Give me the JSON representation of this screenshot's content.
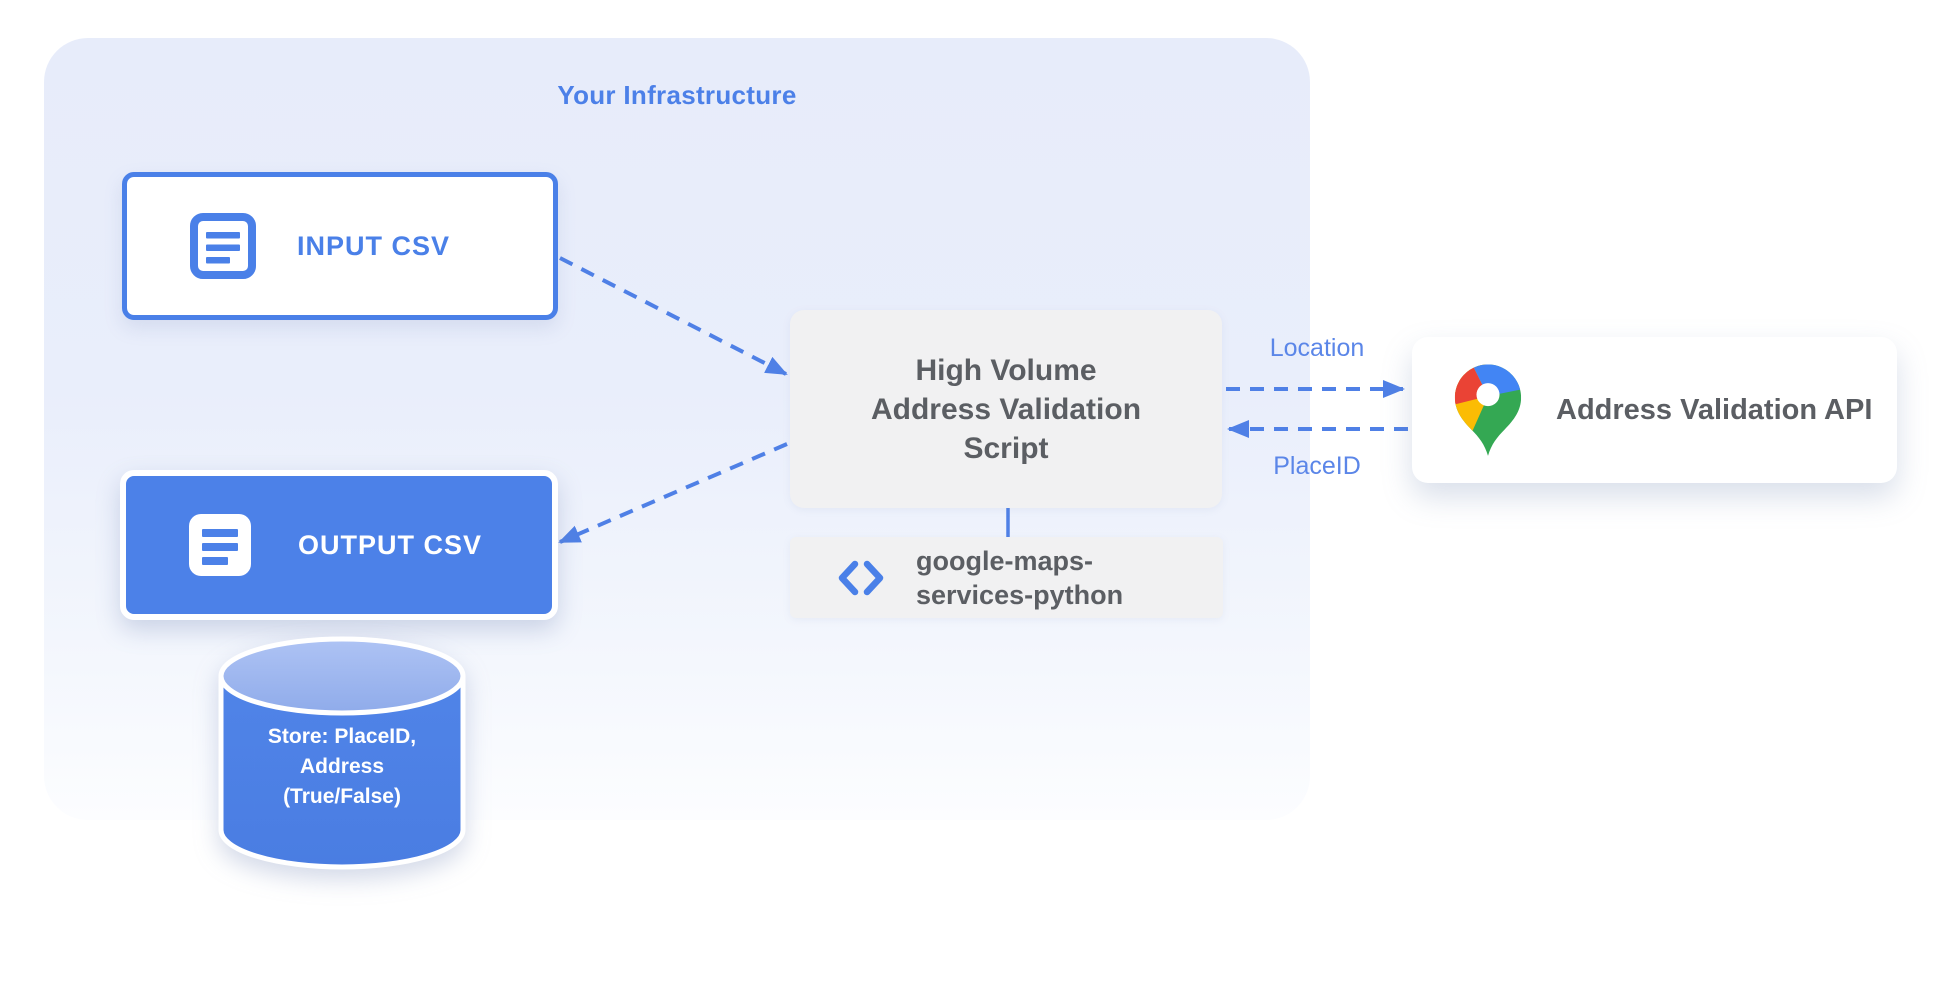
{
  "infrastructure": {
    "title": "Your Infrastructure"
  },
  "nodes": {
    "input_csv": {
      "label": "INPUT CSV",
      "icon": "document-icon"
    },
    "output_csv": {
      "label": "OUTPUT CSV",
      "icon": "document-icon"
    },
    "datastore": {
      "line1": "Store: PlaceID,",
      "line2": "Address",
      "line3": "(True/False)",
      "icon": "database-cylinder"
    },
    "script": {
      "line1": "High Volume",
      "line2": "Address Validation",
      "line3": "Script"
    },
    "library": {
      "line1": "google-maps-",
      "line2": "services-python",
      "icon": "code-icon"
    },
    "api": {
      "label": "Address Validation API",
      "icon": "google-maps-pin-icon"
    }
  },
  "edge_labels": {
    "location": "Location",
    "placeid": "PlaceID"
  },
  "colors": {
    "primary_blue": "#4a80e8",
    "edge_blue": "#4f80e6",
    "label_blue": "#5b86e8",
    "container_bg_top": "#e7ecfa",
    "node_gray_bg": "#f1f1f2",
    "text_gray": "#5b5e63",
    "cylinder_body": "#4d80e4",
    "cylinder_top": "#9cb6f0",
    "pin_red": "#ea4335",
    "pin_blue": "#4285f4",
    "pin_yellow": "#fbbc04",
    "pin_green": "#34a853"
  }
}
